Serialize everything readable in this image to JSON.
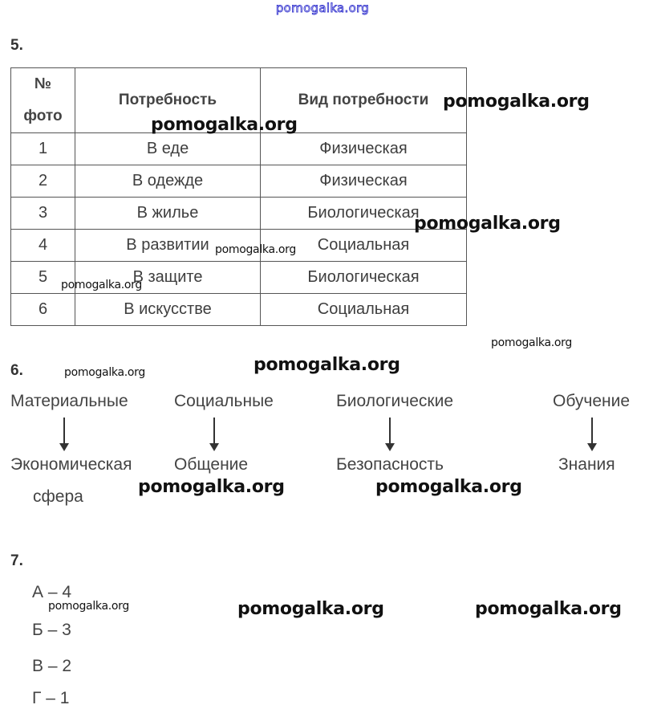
{
  "site_header": "pomogalka.org",
  "watermark_text": "pomogalka.org",
  "task5": {
    "number": "5.",
    "table": {
      "headers": [
        "№ фото",
        "Потребность",
        "Вид потребности"
      ],
      "header_num_line1": "№",
      "header_num_line2": "фото",
      "rows": [
        {
          "num": "1",
          "need": "В еде",
          "type": "Физическая"
        },
        {
          "num": "2",
          "need": "В одежде",
          "type": "Физическая"
        },
        {
          "num": "3",
          "need": "В жилье",
          "type": "Биологическая"
        },
        {
          "num": "4",
          "need": "В развитии",
          "type": "Социальная"
        },
        {
          "num": "5",
          "need": "В защите",
          "type": "Биологическая"
        },
        {
          "num": "6",
          "need": "В искусстве",
          "type": "Социальная"
        }
      ]
    }
  },
  "task6": {
    "number": "6.",
    "pairs": [
      {
        "top": "Материальные",
        "bottom": "Экономическая",
        "bottom2": "сфера"
      },
      {
        "top": "Социальные",
        "bottom": "Общение"
      },
      {
        "top": "Биологические",
        "bottom": "Безопасность"
      },
      {
        "top": "Обучение",
        "bottom": "Знания"
      }
    ]
  },
  "task7": {
    "number": "7.",
    "answers": [
      "А – 4",
      "Б – 3",
      "В – 2",
      "Г – 1"
    ]
  }
}
